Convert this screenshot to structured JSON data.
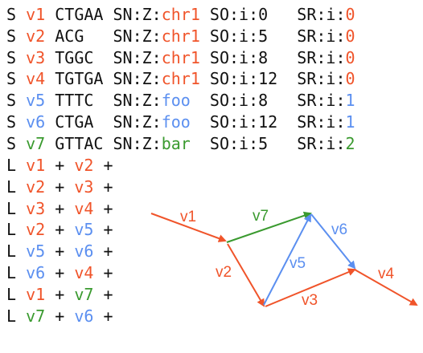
{
  "colors": {
    "red": "#f0542a",
    "blue": "#5b8ff0",
    "green": "#3a9a2f",
    "black": "#111111"
  },
  "segment_lines": [
    {
      "tag": "S",
      "name": "v1",
      "seq": "CTGAA",
      "sn": "chr1",
      "so": "0",
      "sr": "0",
      "color": "red"
    },
    {
      "tag": "S",
      "name": "v2",
      "seq": "ACG",
      "sn": "chr1",
      "so": "5",
      "sr": "0",
      "color": "red"
    },
    {
      "tag": "S",
      "name": "v3",
      "seq": "TGGC",
      "sn": "chr1",
      "so": "8",
      "sr": "0",
      "color": "red"
    },
    {
      "tag": "S",
      "name": "v4",
      "seq": "TGTGA",
      "sn": "chr1",
      "so": "12",
      "sr": "0",
      "color": "red"
    },
    {
      "tag": "S",
      "name": "v5",
      "seq": "TTTC",
      "sn": "foo",
      "so": "8",
      "sr": "1",
      "color": "blue"
    },
    {
      "tag": "S",
      "name": "v6",
      "seq": "CTGA",
      "sn": "foo",
      "so": "12",
      "sr": "1",
      "color": "blue"
    },
    {
      "tag": "S",
      "name": "v7",
      "seq": "GTTAC",
      "sn": "bar",
      "so": "5",
      "sr": "2",
      "color": "green"
    }
  ],
  "sn_prefix": "SN:Z:",
  "so_prefix": "SO:i:",
  "sr_prefix": "SR:i:",
  "link_lines": [
    {
      "tag": "L",
      "from": "v1",
      "from_color": "red",
      "from_strand": "+",
      "to": "v2",
      "to_color": "red",
      "to_strand": "+"
    },
    {
      "tag": "L",
      "from": "v2",
      "from_color": "red",
      "from_strand": "+",
      "to": "v3",
      "to_color": "red",
      "to_strand": "+"
    },
    {
      "tag": "L",
      "from": "v3",
      "from_color": "red",
      "from_strand": "+",
      "to": "v4",
      "to_color": "red",
      "to_strand": "+"
    },
    {
      "tag": "L",
      "from": "v2",
      "from_color": "red",
      "from_strand": "+",
      "to": "v5",
      "to_color": "blue",
      "to_strand": "+"
    },
    {
      "tag": "L",
      "from": "v5",
      "from_color": "blue",
      "from_strand": "+",
      "to": "v6",
      "to_color": "blue",
      "to_strand": "+"
    },
    {
      "tag": "L",
      "from": "v6",
      "from_color": "blue",
      "from_strand": "+",
      "to": "v4",
      "to_color": "red",
      "to_strand": "+"
    },
    {
      "tag": "L",
      "from": "v1",
      "from_color": "red",
      "from_strand": "+",
      "to": "v7",
      "to_color": "green",
      "to_strand": "+"
    },
    {
      "tag": "L",
      "from": "v7",
      "from_color": "green",
      "from_strand": "+",
      "to": "v6",
      "to_color": "blue",
      "to_strand": "+"
    }
  ],
  "graph_edges": [
    {
      "label": "v1",
      "color": "red"
    },
    {
      "label": "v7",
      "color": "green"
    },
    {
      "label": "v6",
      "color": "blue"
    },
    {
      "label": "v2",
      "color": "red"
    },
    {
      "label": "v5",
      "color": "blue"
    },
    {
      "label": "v3",
      "color": "red"
    },
    {
      "label": "v4",
      "color": "red"
    }
  ]
}
